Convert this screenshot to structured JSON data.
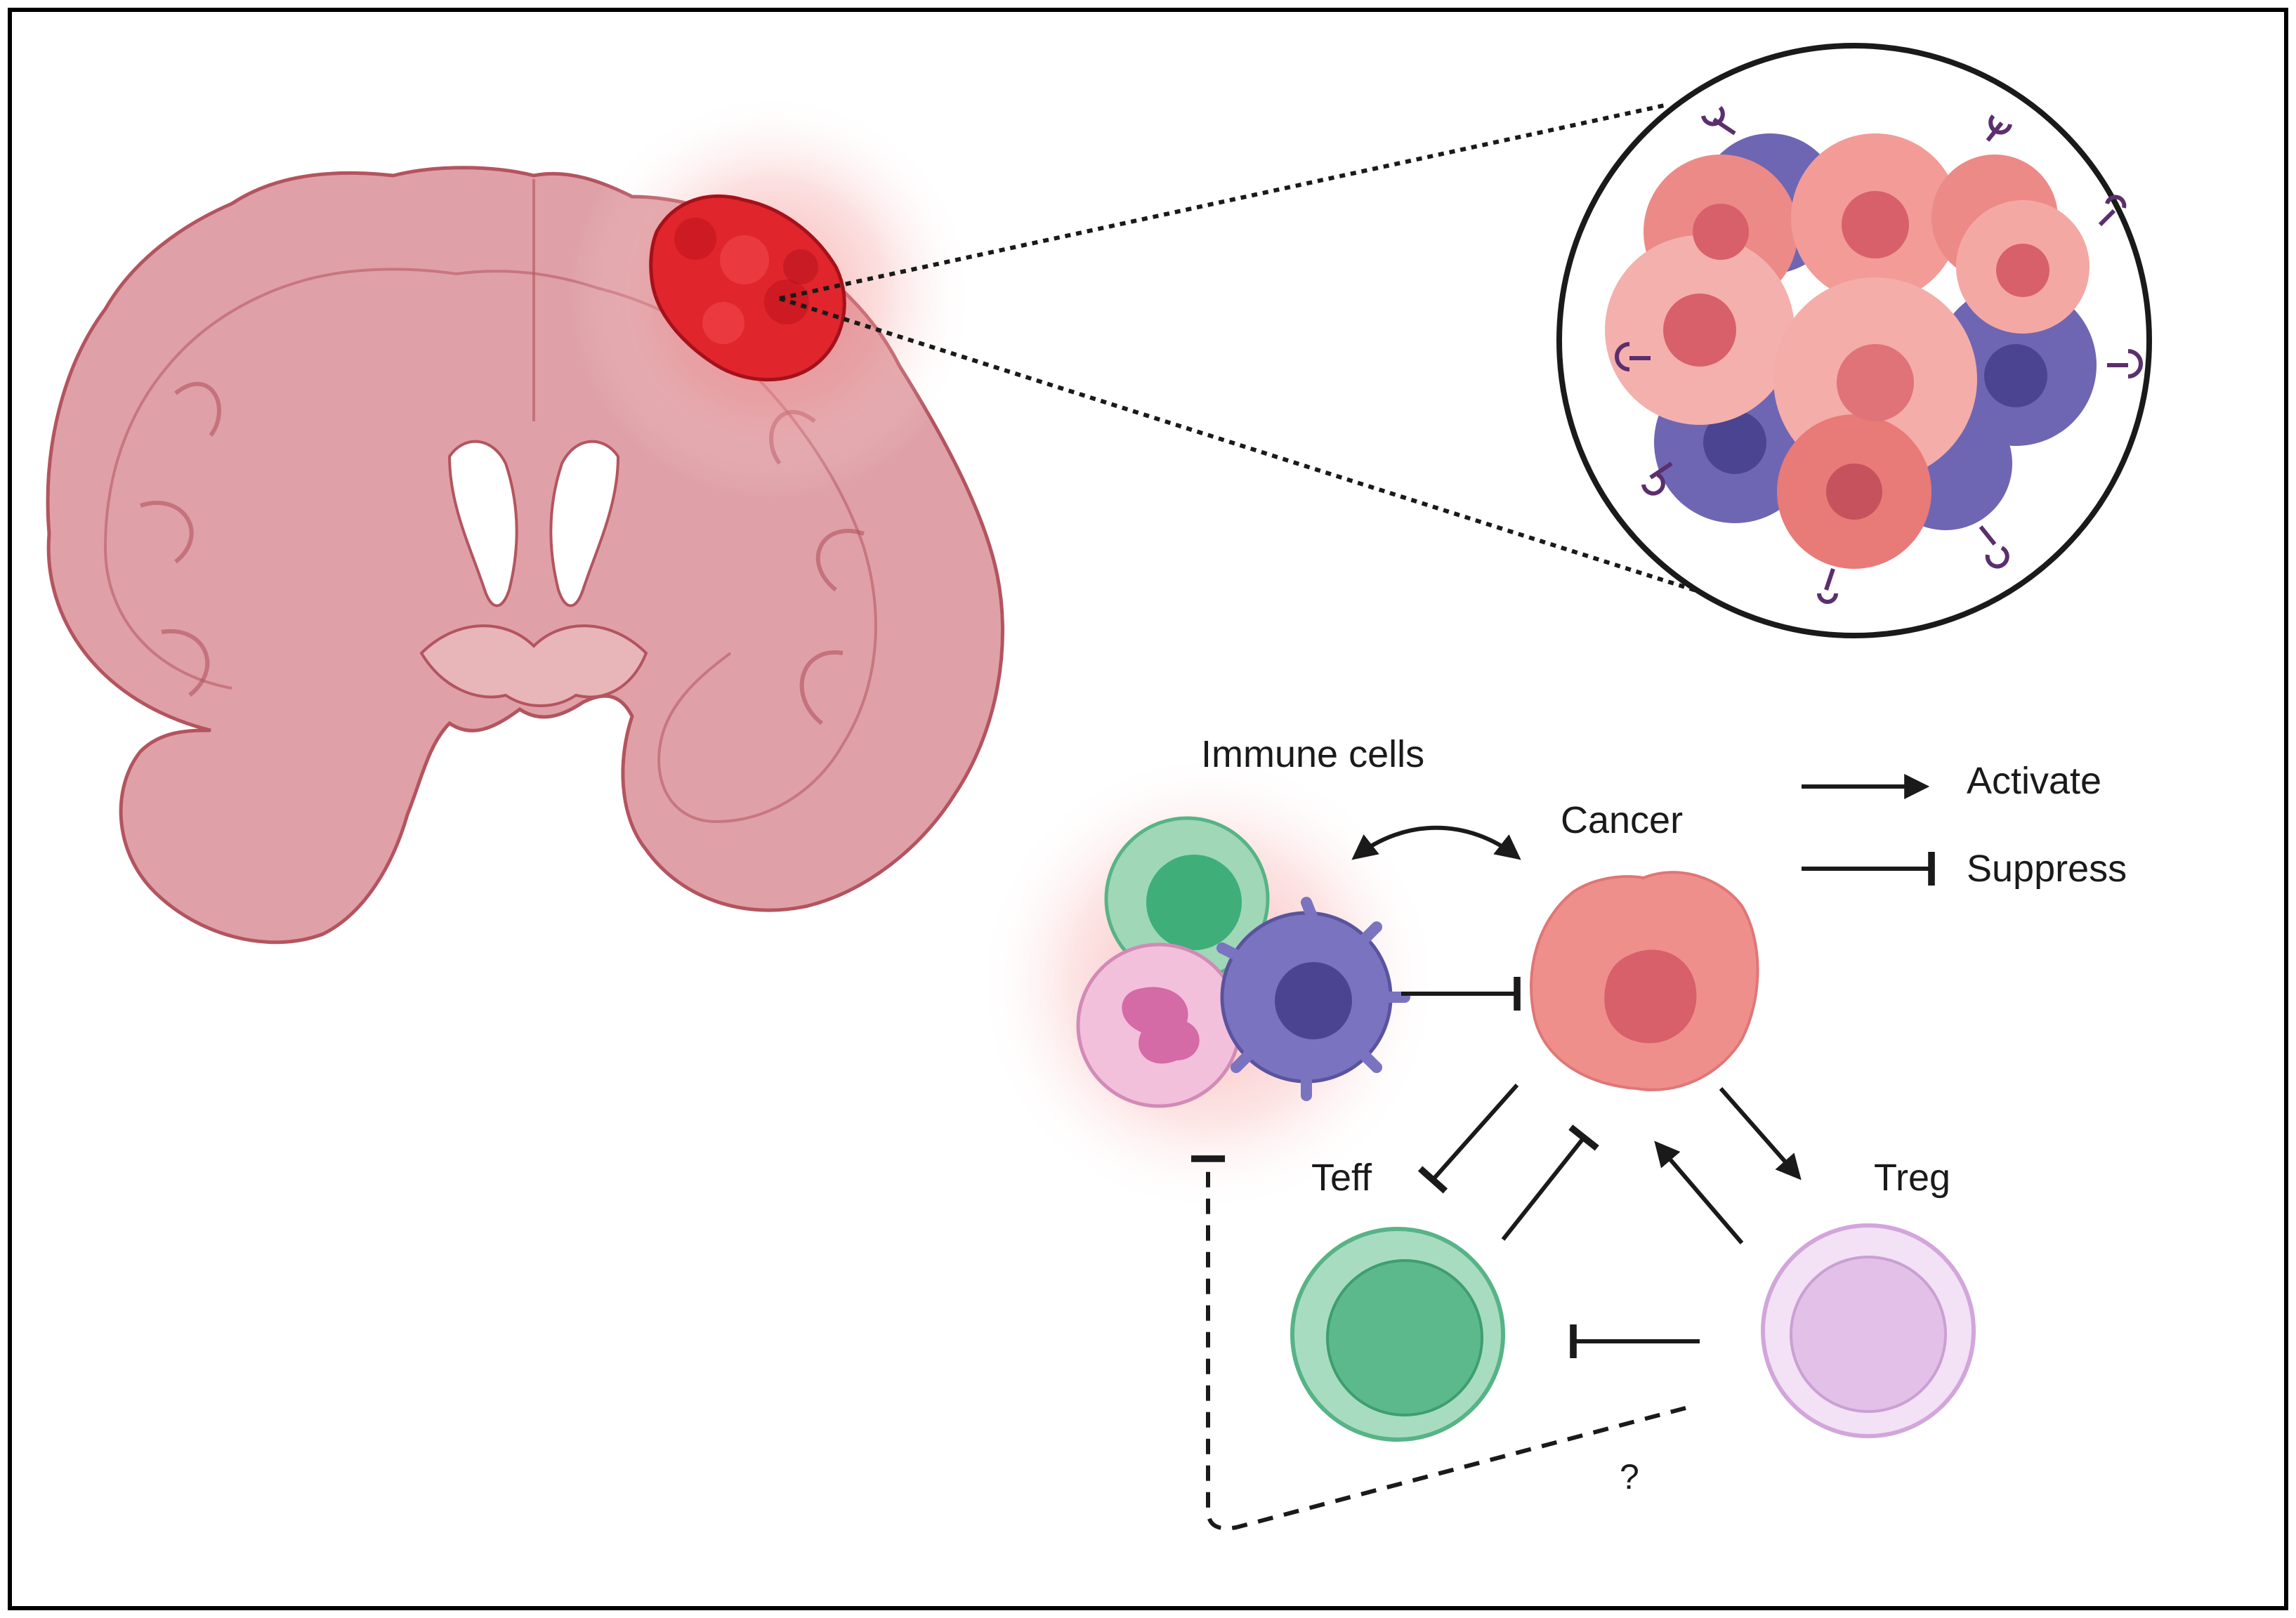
{
  "labels": {
    "immune_cells": "Immune cells",
    "cancer": "Cancer",
    "teff": "Teff",
    "treg": "Treg",
    "unknown": "?"
  },
  "legend": {
    "activate": "Activate",
    "suppress": "Suppress"
  },
  "colors": {
    "frame": "#000000",
    "brain_fill": "#dfa1a7",
    "brain_inner": "#e8b5b9",
    "brain_stroke": "#b4545f",
    "tumor": "#e0252c",
    "cancer_cell": "#ef8f8c",
    "cancer_nucleus": "#d8606a",
    "immune_purple": "#6e66b3",
    "immune_green": "#56b486",
    "immune_pink": "#e6a6cc",
    "teff_green": "#5cb98c",
    "treg_lavender": "#e2c0e8"
  }
}
